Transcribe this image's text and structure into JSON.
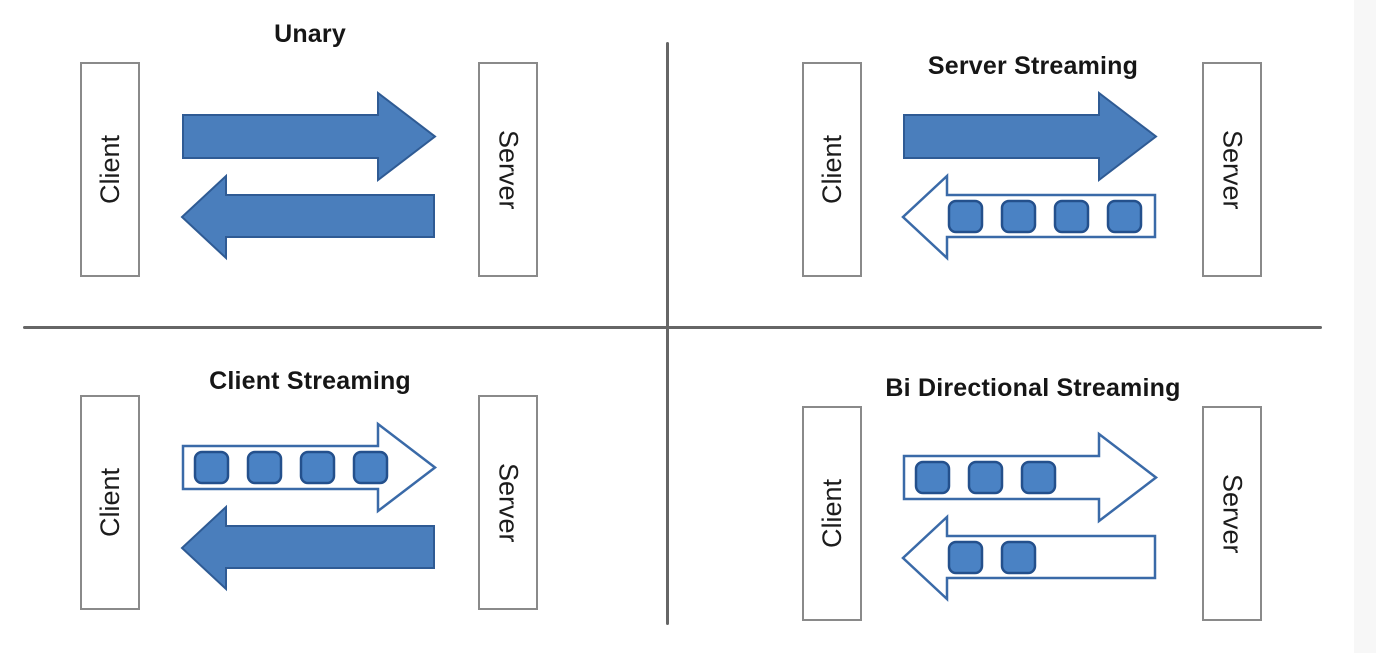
{
  "colors": {
    "arrow_fill": "#4a7ebc",
    "arrow_stroke": "#2f5b94",
    "outline_stroke": "#3a6aa8",
    "outline_fill": "#ffffff",
    "message_fill": "#4a82c4",
    "message_stroke": "#24508c",
    "box_border": "#8a8a8a",
    "divider": "#666666",
    "title_text": "#161616",
    "label_text": "#1c1c1c"
  },
  "quadrants": [
    {
      "id": "unary",
      "title": "Unary",
      "client_label": "Client",
      "server_label": "Server",
      "arrows": [
        {
          "direction": "right",
          "style": "solid",
          "messages": 0
        },
        {
          "direction": "left",
          "style": "solid",
          "messages": 0
        }
      ]
    },
    {
      "id": "server-streaming",
      "title": "Server Streaming",
      "client_label": "Client",
      "server_label": "Server",
      "arrows": [
        {
          "direction": "right",
          "style": "solid",
          "messages": 0
        },
        {
          "direction": "left",
          "style": "stream",
          "messages": 4
        }
      ]
    },
    {
      "id": "client-streaming",
      "title": "Client Streaming",
      "client_label": "Client",
      "server_label": "Server",
      "arrows": [
        {
          "direction": "right",
          "style": "stream",
          "messages": 4
        },
        {
          "direction": "left",
          "style": "solid",
          "messages": 0
        }
      ]
    },
    {
      "id": "bidirectional-streaming",
      "title": "Bi Directional Streaming",
      "client_label": "Client",
      "server_label": "Server",
      "arrows": [
        {
          "direction": "right",
          "style": "stream",
          "messages": 3
        },
        {
          "direction": "left",
          "style": "stream",
          "messages": 2
        }
      ]
    }
  ]
}
